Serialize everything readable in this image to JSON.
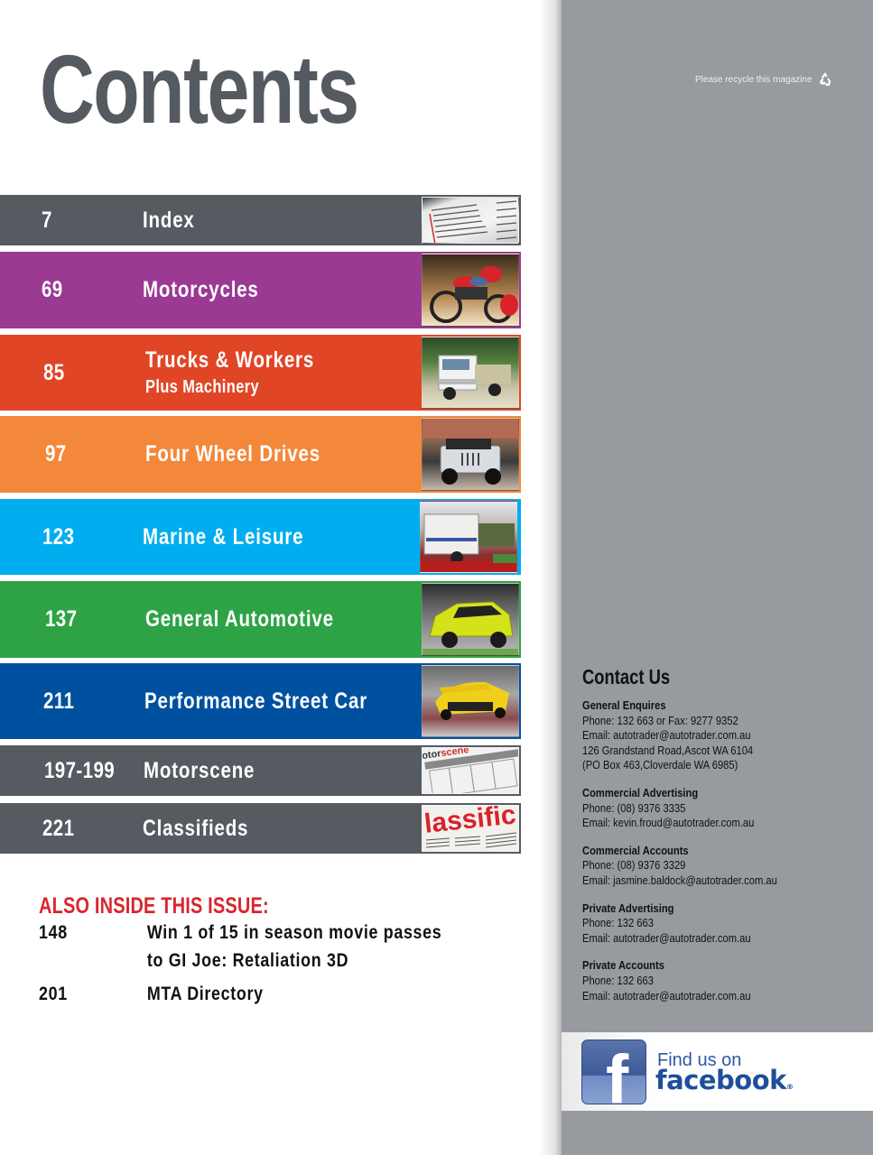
{
  "page": {
    "title": "Contents",
    "recycle_note": "Please recycle this magazine",
    "recycle_icon": "recycle-icon"
  },
  "sections": [
    {
      "page": "7",
      "label": "Index",
      "sublabel": "",
      "color": "#565b62",
      "thumb": "index-page-thumbnail"
    },
    {
      "page": "69",
      "label": "Motorcycles",
      "sublabel": "",
      "color": "#9b3a93",
      "thumb": "motorcycle-thumbnail"
    },
    {
      "page": "85",
      "label": "Trucks & Workers",
      "sublabel": "Plus Machinery",
      "color": "#e04626",
      "thumb": "truck-thumbnail"
    },
    {
      "page": "97",
      "label": "Four Wheel Drives",
      "sublabel": "",
      "color": "#f3883a",
      "thumb": "jeep-thumbnail"
    },
    {
      "page": "123",
      "label": "Marine & Leisure",
      "sublabel": "",
      "color": "#00aeef",
      "thumb": "motorhome-thumbnail"
    },
    {
      "page": "137",
      "label": "General Automotive",
      "sublabel": "",
      "color": "#2ea345",
      "thumb": "yellow-hatchback-thumbnail"
    },
    {
      "page": "211",
      "label": "Performance Street Car",
      "sublabel": "",
      "color": "#0050a0",
      "thumb": "supercar-thumbnail"
    },
    {
      "page": "197-199",
      "label": "Motorscene",
      "sublabel": "",
      "color": "#565b62",
      "thumb": "motorscene-calendar-thumbnail"
    },
    {
      "page": "221",
      "label": "Classifieds",
      "sublabel": "",
      "color": "#565b62",
      "thumb": "classifieds-thumbnail"
    }
  ],
  "also_inside": {
    "title": "ALSO INSIDE THIS ISSUE:",
    "items": [
      {
        "page": "148",
        "line1": "Win 1 of 15 in season movie passes",
        "line2": "to GI Joe: Retaliation 3D"
      },
      {
        "page": "201",
        "line1": "MTA Directory",
        "line2": ""
      }
    ]
  },
  "contact": {
    "title": "Contact Us",
    "sections": [
      {
        "heading": "General Enquires",
        "lines": [
          "Phone: 132 663 or Fax: 9277 9352",
          "Email: autotrader@autotrader.com.au",
          "126 Grandstand Road,Ascot WA 6104",
          "(PO Box 463,Cloverdale WA 6985)"
        ]
      },
      {
        "heading": "Commercial Advertising",
        "lines": [
          "Phone: (08) 9376 3335",
          "Email: kevin.froud@autotrader.com.au"
        ]
      },
      {
        "heading": "Commercial Accounts",
        "lines": [
          "Phone: (08) 9376 3329",
          "Email: jasmine.baldock@autotrader.com.au"
        ]
      },
      {
        "heading": "Private Advertising",
        "lines": [
          "Phone: 132 663",
          "Email: autotrader@autotrader.com.au"
        ]
      },
      {
        "heading": "Private Accounts",
        "lines": [
          "Phone: 132 663",
          "Email: autotrader@autotrader.com.au"
        ]
      }
    ]
  },
  "facebook": {
    "find_text": "Find us on",
    "brand": "facebook",
    "reg": "®",
    "logo_letter": "f"
  }
}
